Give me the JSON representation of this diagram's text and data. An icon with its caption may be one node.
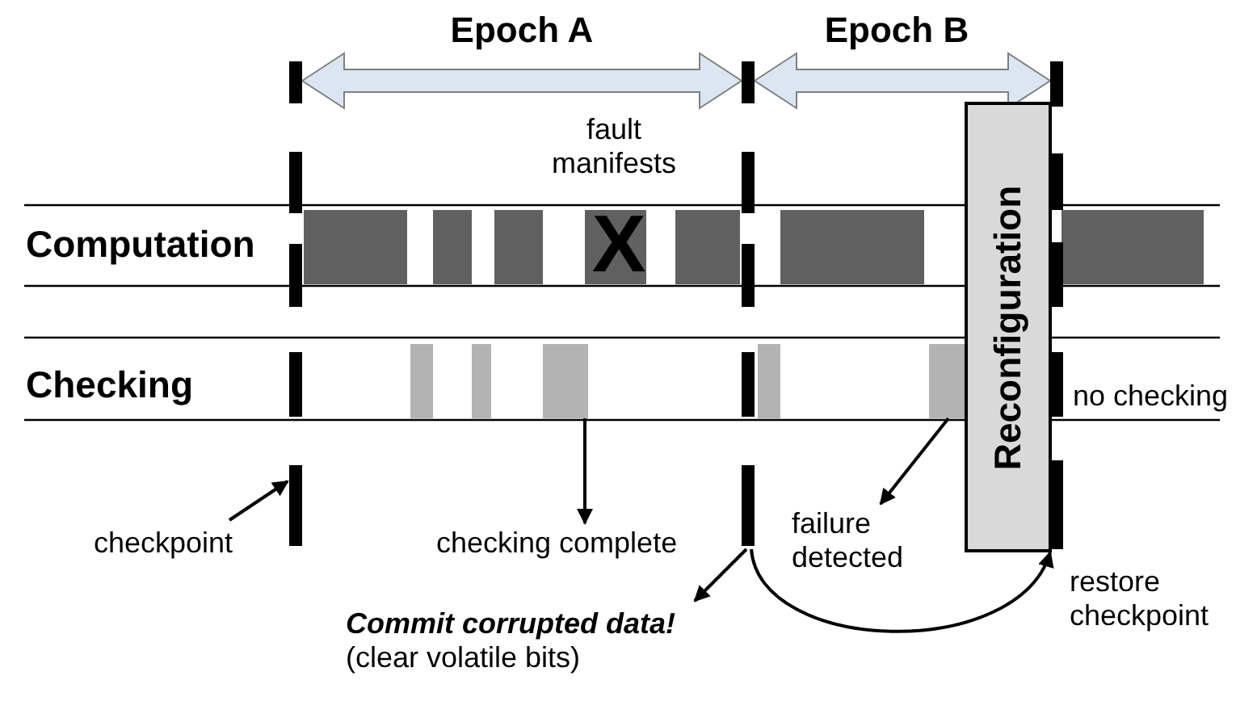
{
  "diagram": {
    "nodes": [
      {
        "text": [],
        "shape": "bar"
      },
      {
        "text": [],
        "shape": "bar"
      },
      {
        "text": [],
        "shape": "bar"
      },
      {
        "text": [
          "Reconfiguration"
        ]
      },
      {
        "text": [],
        "shape": "bar"
      },
      {
        "text": [],
        "shape": "bar"
      },
      {
        "text": [
          "checkpoint"
        ]
      },
      {
        "text": [
          "checking complete"
        ]
      },
      {
        "text": [
          "failure detected"
        ]
      },
      {
        "text": [
          "Commit corrupted data!",
          "(clear volatile bits)"
        ]
      }
    ],
    "edges": [
      {
        "from": 0,
        "to": 1,
        "arrow": "both",
        "label": "Epoch A",
        "style": "thick"
      },
      {
        "from": 1,
        "to": 2,
        "arrow": "both",
        "label": "Epoch B",
        "style": "thick"
      },
      {
        "from": 6,
        "to": 0,
        "arrow": "to"
      },
      {
        "from": 4,
        "to": 7,
        "arrow": "to"
      },
      {
        "from": 5,
        "to": 8,
        "arrow": "to"
      },
      {
        "from": 1,
        "to": 9,
        "arrow": "to"
      },
      {
        "from": 1,
        "to": 2,
        "arrow": "to",
        "label": "restore checkpoint"
      }
    ],
    "labels": [
      "fault manifests",
      "Computation",
      "X",
      "Checking",
      "no checking"
    ]
  }
}
